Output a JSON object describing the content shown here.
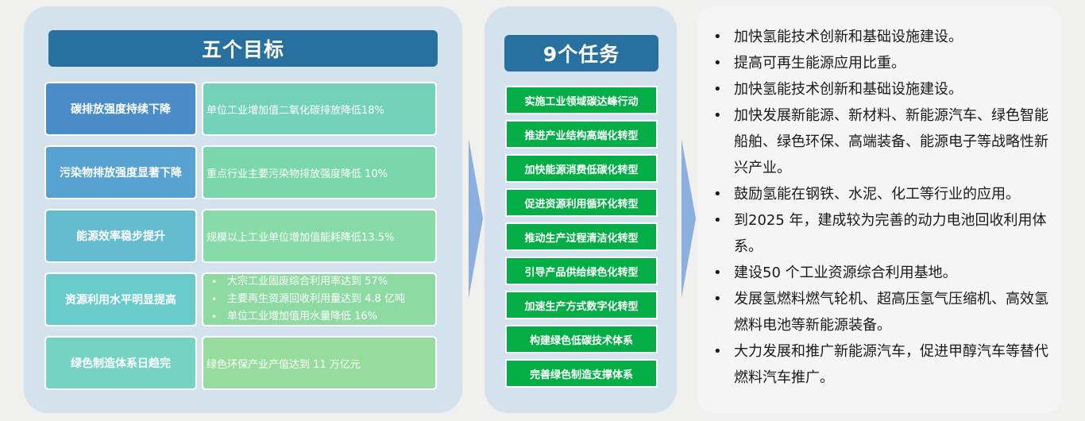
{
  "goals": {
    "title": "五个目标",
    "items": [
      {
        "label": "碳排放强度持续下降",
        "desc": "单位工业增加值二氧化碳排放降低18%",
        "label_color": "#4a8cc8",
        "desc_color": "#74d2b8"
      },
      {
        "label": "污染物排放强度显著下降",
        "desc": "重点行业主要污染物排放强度降低 10%",
        "label_color": "#57a2d1",
        "desc_color": "#7ad7ac"
      },
      {
        "label": "能源效率稳步提升",
        "desc": "规模以上工业单位增加值能耗降低13.5%",
        "label_color": "#63bcd0",
        "desc_color": "#86dba6"
      },
      {
        "label": "资源利用水平明显提高",
        "desc_list": [
          "大宗工业固废综合利用率达到 57%",
          "主要再生资源回收利用量达到 4.8 亿吨",
          "单位工业增加值用水量降低 16%"
        ],
        "label_color": "#6acbcc",
        "desc_color": "#8ddaa3"
      },
      {
        "label": "绿色制造体系日趋完",
        "desc": "绿色环保产业产值达到 11 万亿元",
        "label_color": "#74d3c2",
        "desc_color": "#96dd9d"
      }
    ]
  },
  "tasks": {
    "title": "9个任务",
    "items": [
      "实施工业领域碳达峰行动",
      "推进产业结构高端化转型",
      "加快能源消费低碳化转型",
      "促进资源利用循环化转型",
      "推动生产过程清洁化转型",
      "引导产品供给绿色化转型",
      "加速生产方式数字化转型",
      "构建绿色低碳技术体系",
      "完善绿色制造支撑体系"
    ]
  },
  "bullets": [
    "加快氢能技术创新和基础设施建设。",
    "提高可再生能源应用比重。",
    "加快氢能技术创新和基础设施建设。",
    "加快发展新能源、新材料、新能源汽车、绿色智能船舶、绿色环保、高端装备、能源电子等战略性新兴产业。",
    "鼓励氢能在钢铁、水泥、化工等行业的应用。",
    "到2025 年，建成较为完善的动力电池回收利用体系。",
    "建设50 个工业资源综合利用基地。",
    "发展氢燃料燃气轮机、超高压氢气压缩机、高效氢燃料电池等新能源装备。",
    "大力发展和推广新能源汽车，促进甲醇汽车等替代燃料汽车推广。"
  ]
}
